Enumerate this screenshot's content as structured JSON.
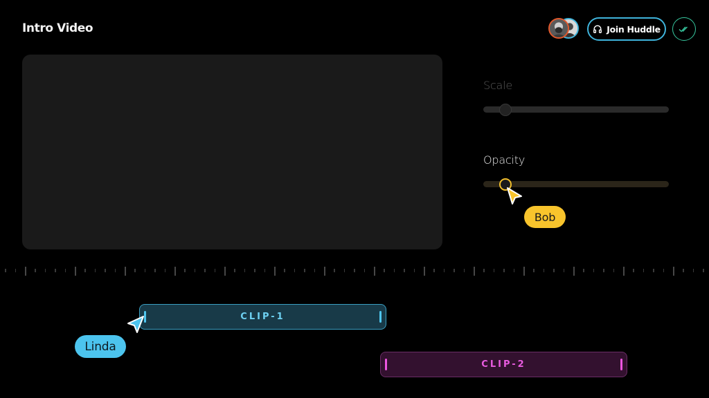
{
  "header": {
    "title": "Intro Video",
    "collaborators": [
      {
        "name": "user-1",
        "ring_color": "#e3582b"
      },
      {
        "name": "user-2",
        "ring_color": "#3fb4dc"
      }
    ],
    "join_button": {
      "label": "Join Huddle",
      "icon": "headphones-icon",
      "color": "#3fb4dc"
    },
    "done_button": {
      "icon": "double-check-icon",
      "color": "#37c9a0"
    }
  },
  "preview": {
    "background": "#1a1a1a"
  },
  "controls": {
    "scale": {
      "label": "Scale",
      "value_percent": 12
    },
    "opacity": {
      "label": "Opacity",
      "value_percent": 12,
      "accent": "#f2bf2c"
    }
  },
  "cursors": [
    {
      "name": "Bob",
      "color": "#f8c42c"
    },
    {
      "name": "Linda",
      "color": "#4cc4ee"
    }
  ],
  "timeline": {
    "clips": [
      {
        "label": "CLIP-1",
        "color": "#6ed1f2"
      },
      {
        "label": "CLIP-2",
        "color": "#e95ce0"
      }
    ]
  }
}
